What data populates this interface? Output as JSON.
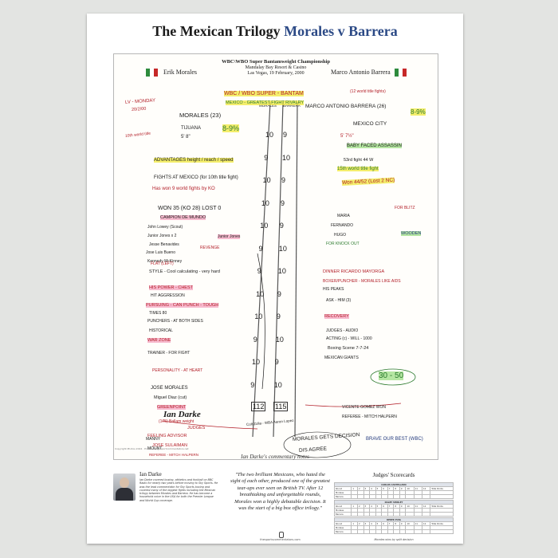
{
  "title": {
    "part1": "The Mexican Trilogy",
    "part2": "Morales v Barrera"
  },
  "notes_header": {
    "line1": "WBC\\WBO Super Bantamweight Championship",
    "line2": "Mandalay Bay Resort & Casino",
    "line3": "Las Vegas, 19 February, 2000",
    "left_fighter": "Erik Morales",
    "right_fighter": "Marco Antonio Barrera"
  },
  "handwriting": {
    "n1": "LV - MONDAY",
    "n2": "20/2/00",
    "n3": "WBC / WBO SUPER - BANTAM",
    "n4": "(12 world title fights)",
    "n5": "MEXICO - GREATEST FIGHT RIVALRY",
    "n6": "MORALES (23)",
    "n7": "MARCO ANTONIO BARRERA (26)",
    "n8": "8-9%",
    "n9": "8-9%",
    "n10": "TIJUANA",
    "n11": "MEXICO CITY",
    "n12": "5' 8\"",
    "n13": "5' 7½\"",
    "n14": "BABY FACED ASSASSIN",
    "n15": "10th world title",
    "n16": "ADVANTAGES height / reach / speed",
    "n17": "53rd fight 44 W",
    "n18": "15th world title fight",
    "n19": "FIGHTS AT MEXICO (for 10th title fight)",
    "n20": "Won 44/52 (Lost 2 NC)",
    "n21": "Has won 9 world fights by KO",
    "n22": "WON 35 (KO 28) LOST 0",
    "n23": "CAMPION DE MUNDO",
    "n24": "John Lowey (Scout)",
    "n25": "Junior Jones x 2",
    "n26": "Jesse Benavides",
    "n27": "Jose Luis Bueno",
    "n28": "Kennedy McKinney",
    "n29": "REVENGE",
    "n30": "Junior Jones",
    "n31": "FOR BLITZ",
    "n32": "STYLE - Cool calculating - very hard",
    "n33": "HIS POWER - CHEST",
    "n34": "PURSUING - CAN PUNCH - TOUGH",
    "n35": "DINNER RICARDO MAYORGA",
    "n36": "BOXER/PUNCHER - MORALES LIKE AIDS",
    "n37": "HIS PEAKS",
    "n38": "FOR KNOCK OUT",
    "n39": "WOODEN",
    "n40": "PUNCHERS - AT BOTH SIDES",
    "n41": "WAR ZONE",
    "n42": "TRAINER - FOR FIGHT",
    "n43": "JOSE MORALES",
    "n44": "Miguel Diaz (cut)",
    "n45": "GREENPOINT",
    "n46": "PERSONALITY - AT HEART",
    "n47": "FEELING ADVISOR",
    "n48": "JOSE SULAIMAN",
    "n49": "30 - 50",
    "n50": "Boxing Scene 7-7-24",
    "n51": "MEXICAN GIANTS",
    "n52": "VICENTE GOMEZ WON",
    "n53": "REFEREE - MITCH HALPERN",
    "n54": "MORALES GETS DECISION",
    "n55": "DIS AGREE",
    "n56": "RECOVERY",
    "n57": "JUDGES",
    "n58": "BRAVE OUR BEST (WBC)",
    "n59": "MARIA",
    "n60": "FERNANDO",
    "n61": "HUGO",
    "n62": "MANNY",
    "n63": "MOUNT",
    "n64": "(175) Ballam weight",
    "n65": "Colt Zolla - WBA Aaron Lopez",
    "n66": "REFEREE - MITCH HALPERN",
    "n67": "JUDGES - AUDIO",
    "n68": "ACTING (c) - WILL - 1000",
    "n69": "ASK - HIM (3)",
    "n70": "HISTORICAL",
    "n71": "HIT AGGRESSION",
    "n72": "TIMES 80",
    "n73": "FLAT (LEFT)"
  },
  "scorecard_grid": {
    "col1_header": "MORALES",
    "col2_header": "BARRERA",
    "rows": [
      [
        "10",
        "9"
      ],
      [
        "9",
        "10"
      ],
      [
        "10",
        "9"
      ],
      [
        "10",
        "9"
      ],
      [
        "10",
        "9"
      ],
      [
        "9",
        "10"
      ],
      [
        "9",
        "10"
      ],
      [
        "10",
        "9"
      ],
      [
        "10",
        "9"
      ],
      [
        "9",
        "10"
      ],
      [
        "10",
        "9"
      ],
      [
        "9",
        "10"
      ]
    ],
    "totals": [
      "112",
      "115"
    ]
  },
  "signature": "Ian Darke",
  "caption": "Ian Darke's commentary notes",
  "copyright": "Copyright Photos 2024 · Produced by Sportcommentators.net",
  "bio": {
    "name": "Ian Darke",
    "text": "Ian Darke covered boxing, athletics and football on BBC Radio for nearly two years before moving to Sky Sports. He was the lead commentator for Sky Sports boxing and covered many of the biggest fights including the Mexican trilogy between Morales and Barrera. He has become a household voice in the USA for both the Premier League and World Cup coverage."
  },
  "quote": "\"The two brilliant Mexicans, who hated the sight of each other, produced one of the greatest tear-ups ever seen on British TV. After 12 breathtaking and unforgettable rounds, Morales won a highly debatable decision. It was the start of a big box office trilogy.\"",
  "website": "thesportscommentators.com",
  "judges": {
    "title": "Judges' Scorecards",
    "cards": [
      {
        "judge": "CARLOS CASTELLANO",
        "totals": "115",
        "totals_label": "Total Points"
      },
      {
        "judge": "DALBY SHIRLEY",
        "totals": "113",
        "totals_label": "Total Points"
      },
      {
        "judge": "DEREK PUIG",
        "totals": "112",
        "totals_label": "Total Points"
      }
    ],
    "row1": "Morales",
    "row2": "Barrera",
    "round_label": "Round",
    "verdict": "Morales wins by split decision"
  },
  "colors": {
    "accent_blue": "#2c4a86",
    "highlight_yellow": "#f0e83c",
    "ink_red": "#b3202a",
    "ink_green": "#2b7a2e"
  }
}
